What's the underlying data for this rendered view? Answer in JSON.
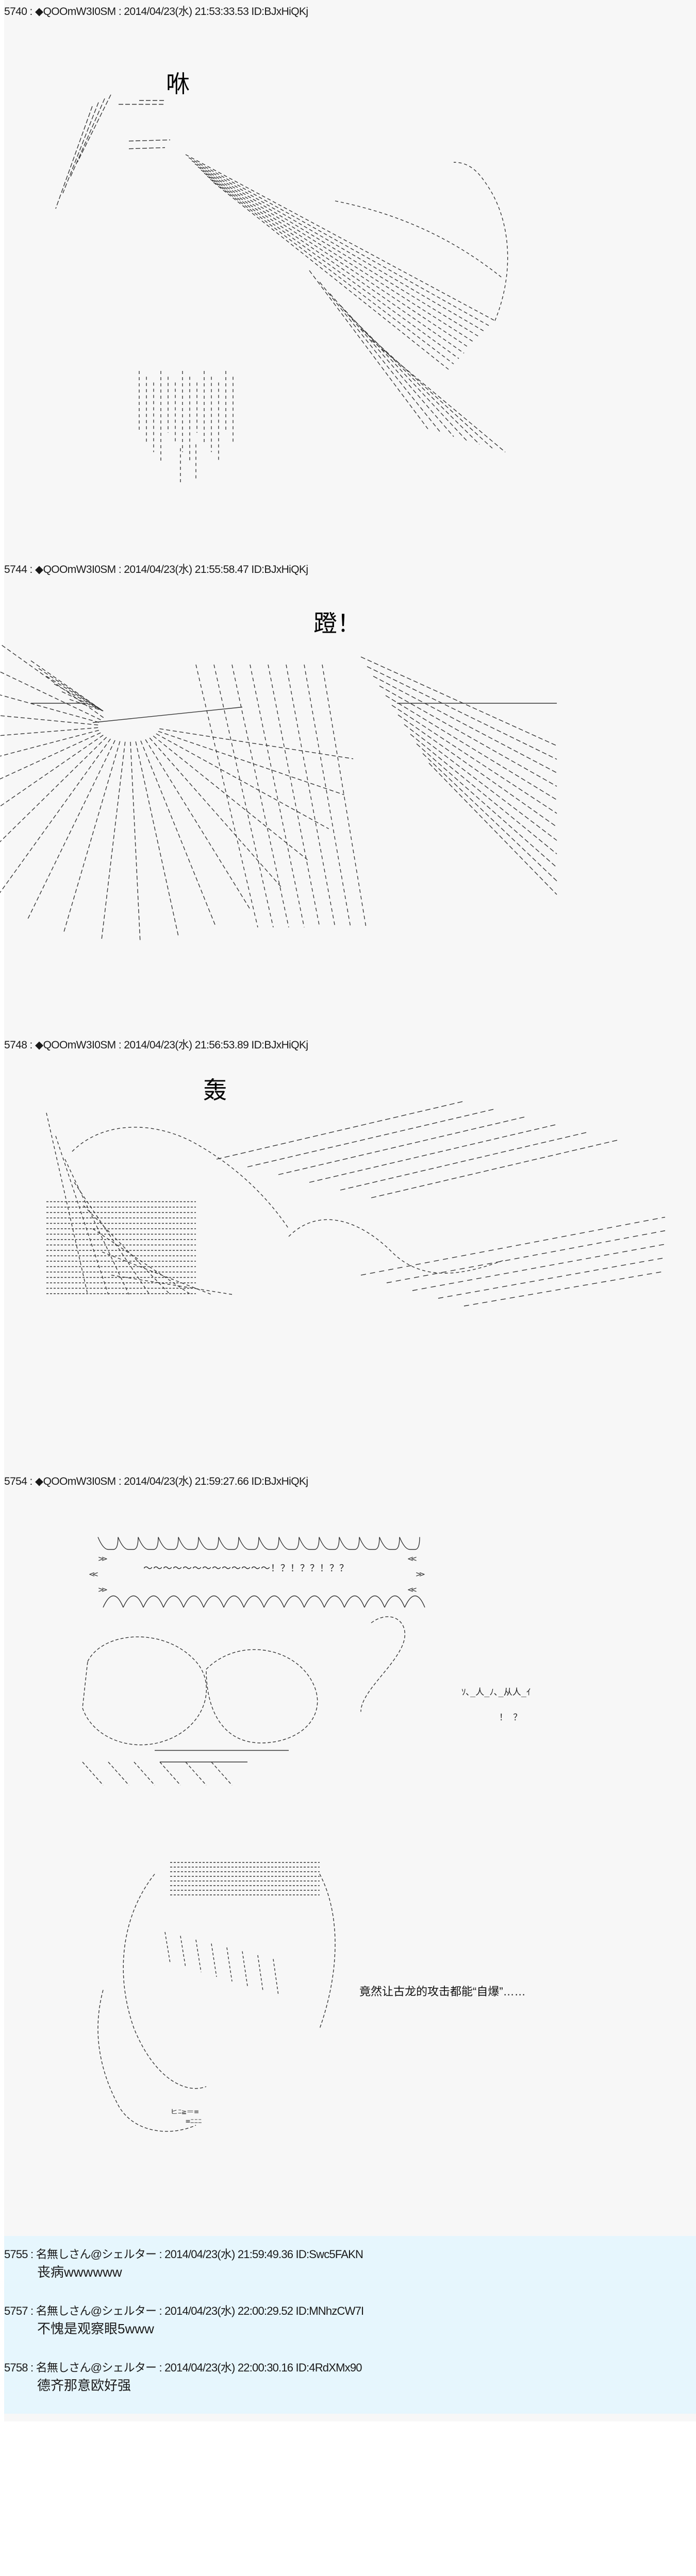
{
  "posts": [
    {
      "header": "5740 : ◆QOOmW3I0SM : 2014/04/23(水) 21:53:33.53 ID:BJxHiQKj",
      "sfx": "咻"
    },
    {
      "header": "5744 : ◆QOOmW3I0SM : 2014/04/23(水) 21:55:58.47 ID:BJxHiQKj",
      "sfx": "蹬！"
    },
    {
      "header": "5748 : ◆QOOmW3I0SM : 2014/04/23(水) 21:56:53.89 ID:BJxHiQKj",
      "sfx": "轰"
    },
    {
      "header": "5754 : ◆QOOmW3I0SM : 2014/04/23(水) 21:59:27.66 ID:BJxHiQKj",
      "banner": "～～～～～～～～～～～～～！？！？？！？？",
      "shout": "ｿ､_人_ﾉ､_从人_ｲ",
      "shout_mark": "！ ？",
      "caption": "竟然让古龙的攻击都能“自爆”……"
    }
  ],
  "replies": [
    {
      "header": "5755 : 名無しさん@シェルター : 2014/04/23(水) 21:59:49.36 ID:Swc5FAKN",
      "body": "丧病wwwwww"
    },
    {
      "header": "5757 : 名無しさん@シェルター : 2014/04/23(水) 22:00:29.52 ID:MNhzCW7I",
      "body": "不愧是观察眼5www"
    },
    {
      "header": "5758 : 名無しさん@シェルター : 2014/04/23(水) 22:00:30.16 ID:4RdXMx90",
      "body": "德齐那意欧好强"
    }
  ]
}
